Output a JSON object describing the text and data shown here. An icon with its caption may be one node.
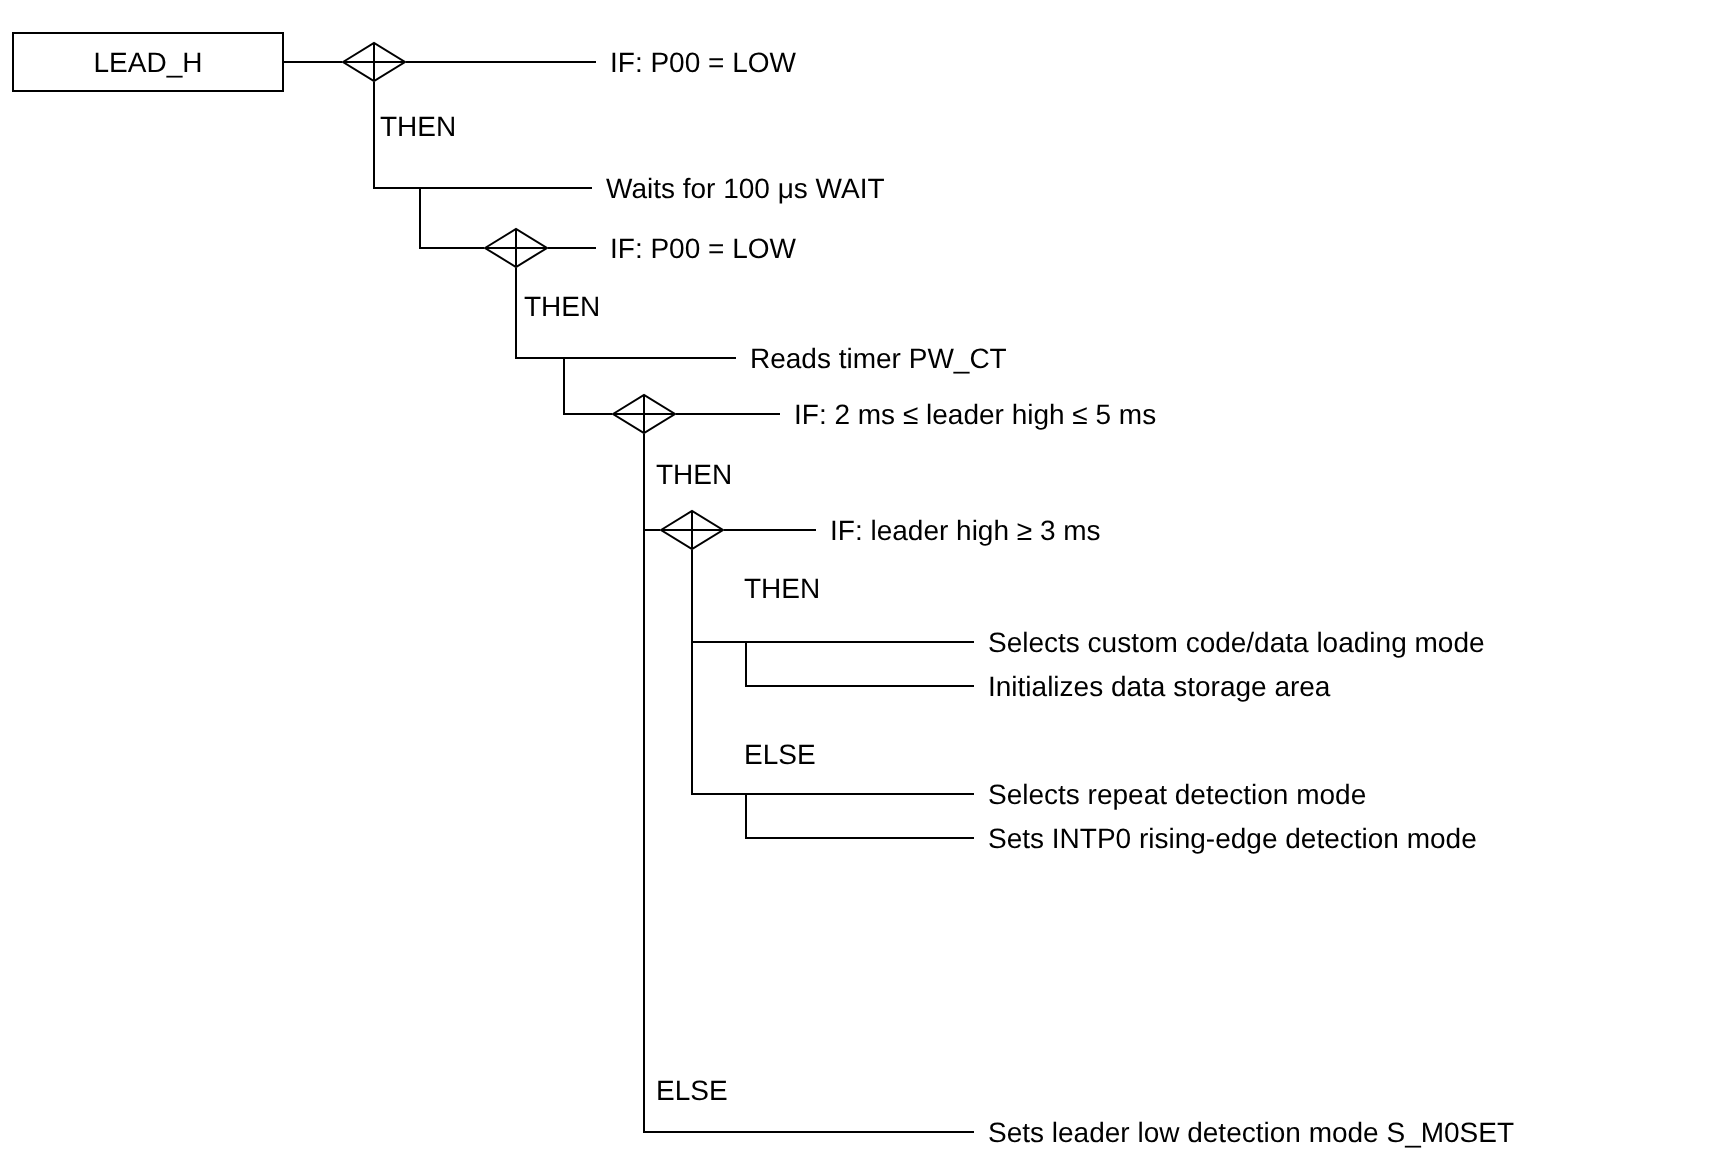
{
  "diagram": {
    "nodes": [
      {
        "text": [
          "LEAD_H"
        ]
      },
      {
        "text": [],
        "shape": "diamond"
      },
      {
        "text": [
          "IF: P00 = LOW"
        ]
      },
      {
        "text": [
          "Waits for 100 μs WAIT"
        ]
      },
      {
        "text": [],
        "shape": "diamond"
      },
      {
        "text": [
          "IF: P00 = LOW"
        ]
      },
      {
        "text": [
          "Reads timer PW_CT"
        ]
      },
      {
        "text": [],
        "shape": "diamond"
      },
      {
        "text": [
          "IF: 2 ms ≤ leader high ≤ 5 ms"
        ]
      },
      {
        "text": [],
        "shape": "diamond"
      },
      {
        "text": [
          "IF: leader high ≥ 3 ms"
        ]
      },
      {
        "text": [
          "Selects custom code/data loading mode"
        ]
      },
      {
        "text": [
          "Initializes data storage area"
        ]
      },
      {
        "text": [
          "Selects repeat detection mode"
        ]
      },
      {
        "text": [
          "Sets INTP0 rising-edge detection mode"
        ]
      },
      {
        "text": [
          "Sets leader low detection mode S_M0SET"
        ]
      }
    ],
    "edges": [
      {
        "from": 0,
        "to": 1,
        "arrow": "none"
      },
      {
        "from": 1,
        "to": 2,
        "arrow": "none"
      },
      {
        "from": 1,
        "to": 3,
        "arrow": "none",
        "label": "THEN"
      },
      {
        "from": 1,
        "to": 4,
        "arrow": "none"
      },
      {
        "from": 4,
        "to": 5,
        "arrow": "none"
      },
      {
        "from": 4,
        "to": 6,
        "arrow": "none",
        "label": "THEN"
      },
      {
        "from": 4,
        "to": 7,
        "arrow": "none"
      },
      {
        "from": 7,
        "to": 8,
        "arrow": "none"
      },
      {
        "from": 7,
        "to": 9,
        "arrow": "none",
        "label": "THEN"
      },
      {
        "from": 7,
        "to": 15,
        "arrow": "none",
        "label": "ELSE"
      },
      {
        "from": 9,
        "to": 10,
        "arrow": "none"
      },
      {
        "from": 9,
        "to": 11,
        "arrow": "none",
        "label": "THEN"
      },
      {
        "from": 9,
        "to": 12,
        "arrow": "none"
      },
      {
        "from": 9,
        "to": 13,
        "arrow": "none",
        "label": "ELSE"
      },
      {
        "from": 9,
        "to": 14,
        "arrow": "none"
      }
    ]
  }
}
